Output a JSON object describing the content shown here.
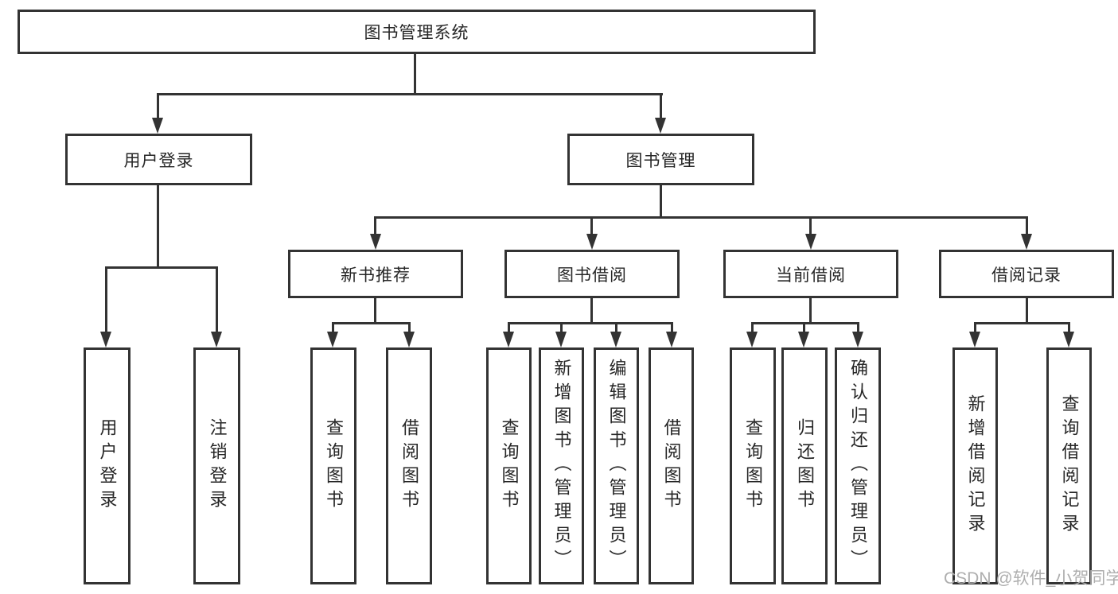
{
  "diagram_title": "图书管理系统",
  "tree": {
    "root": {
      "label": "图书管理系统"
    },
    "branches": [
      {
        "label": "用户登录",
        "children": [
          {
            "label": "用户登录"
          },
          {
            "label": "注销登录"
          }
        ]
      },
      {
        "label": "图书管理",
        "children": [
          {
            "label": "新书推荐",
            "children": [
              {
                "label": "查询图书"
              },
              {
                "label": "借阅图书"
              }
            ]
          },
          {
            "label": "图书借阅",
            "children": [
              {
                "label": "查询图书"
              },
              {
                "label": "新增图书（管理员）"
              },
              {
                "label": "编辑图书（管理员）"
              },
              {
                "label": "借阅图书"
              }
            ]
          },
          {
            "label": "当前借阅",
            "children": [
              {
                "label": "查询图书"
              },
              {
                "label": "归还图书"
              },
              {
                "label": "确认归还（管理员）"
              }
            ]
          },
          {
            "label": "借阅记录",
            "children": [
              {
                "label": "新增借阅记录"
              },
              {
                "label": "查询借阅记录"
              }
            ]
          }
        ]
      }
    ]
  },
  "watermark": "CSDN @软件_小贺同学",
  "colors": {
    "line": "#333333",
    "text": "#262626",
    "box_fill": "#ffffff",
    "background": "#ffffff",
    "watermark": "#aeaeae"
  }
}
